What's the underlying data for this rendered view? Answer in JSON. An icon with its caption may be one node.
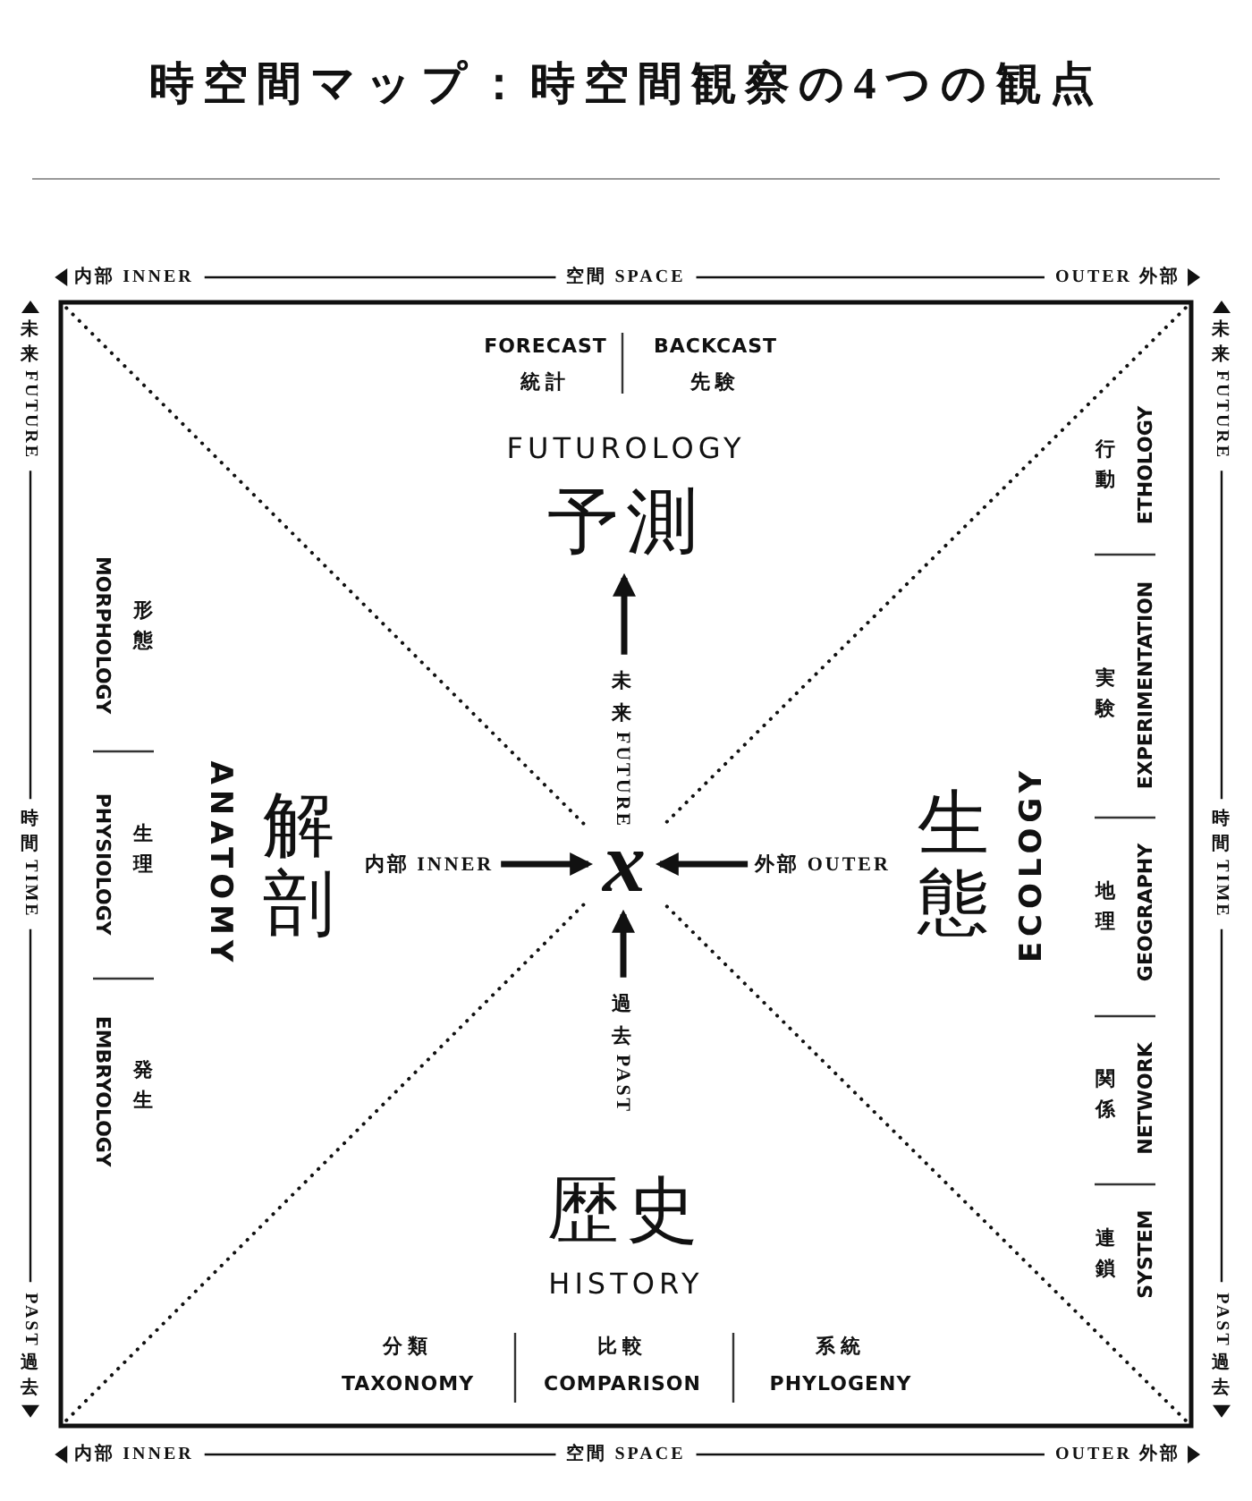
{
  "diagram": {
    "title": "時空間マップ：時空間観察の4つの観点",
    "nodes": [
      {
        "text": [
          "FUTUROLOGY",
          "予測"
        ]
      },
      {
        "text": [
          "未来 FUTURE"
        ]
      },
      {
        "text": [
          "ANATOMY",
          "解剖"
        ]
      },
      {
        "text": [
          "内部 INNER"
        ]
      },
      {
        "text": [
          "x"
        ]
      },
      {
        "text": [
          "外部 OUTER"
        ]
      },
      {
        "text": [
          "生態",
          "ECOLOGY"
        ]
      },
      {
        "text": [
          "過去 PAST"
        ]
      },
      {
        "text": [
          "歴史",
          "HISTORY"
        ]
      }
    ],
    "edges": [
      {
        "from": 1,
        "to": 0,
        "arrow": "to"
      },
      {
        "from": 3,
        "to": 4,
        "arrow": "to"
      },
      {
        "from": 5,
        "to": 4,
        "arrow": "to"
      },
      {
        "from": 7,
        "to": 4,
        "arrow": "to"
      }
    ],
    "labels": [
      "内部 INNER",
      "空間 SPACE",
      "OUTER 外部",
      "FORECAST",
      "統計",
      "BACKCAST",
      "先験",
      "未来 FUTURE",
      "時間 TIME",
      "PAST 過去",
      "MORPHOLOGY",
      "形態",
      "PHYSIOLOGY",
      "生理",
      "EMBRYOLOGY",
      "発生",
      "行動",
      "ETHOLOGY",
      "実験",
      "EXPERIMENTATION",
      "地理",
      "GEOGRAPHY",
      "関係",
      "NETWORK",
      "連鎖",
      "SYSTEM",
      "未来 FUTURE",
      "時間 TIME",
      "PAST 過去",
      "分類",
      "TAXONOMY",
      "比較",
      "COMPARISON",
      "系統",
      "PHYLOGENY",
      "内部 INNER",
      "空間 SPACE",
      "OUTER 外部"
    ]
  }
}
